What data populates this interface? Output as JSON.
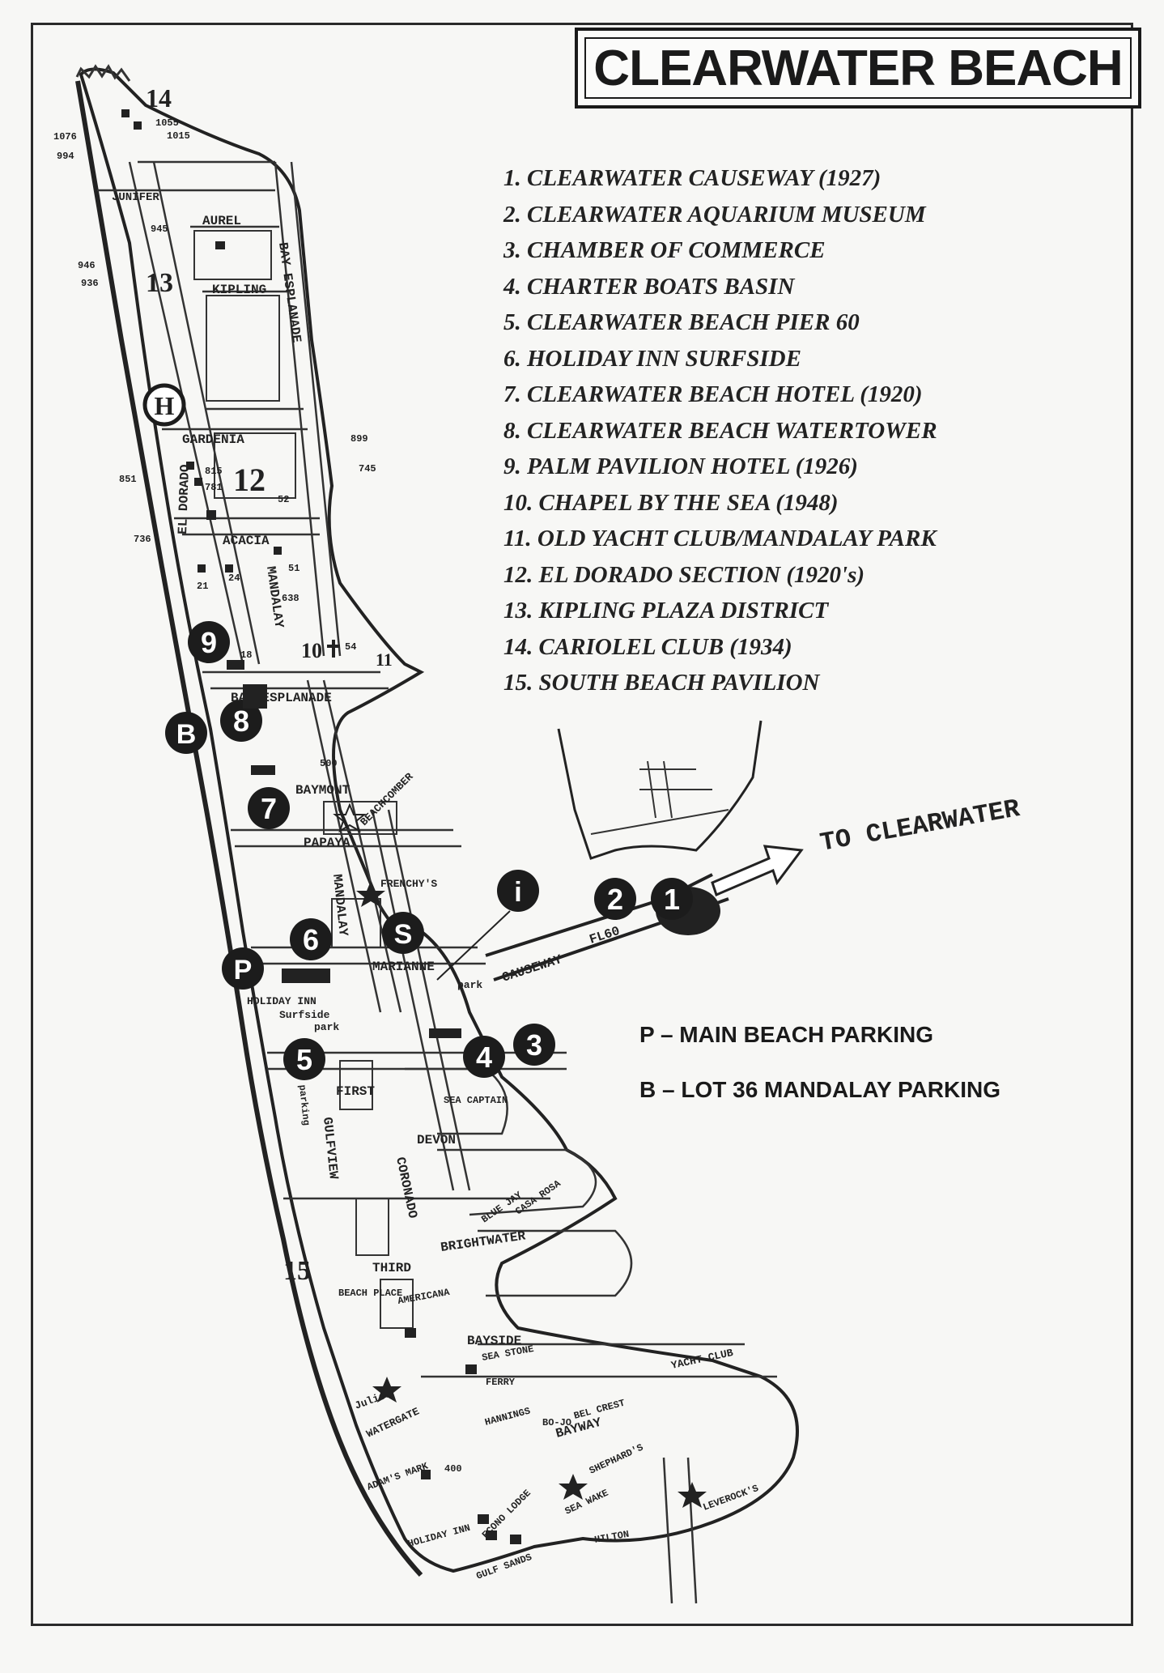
{
  "title": "CLEARWATER BEACH",
  "legend": [
    "1. CLEARWATER CAUSEWAY (1927)",
    "2. CLEARWATER AQUARIUM MUSEUM",
    "3. CHAMBER OF COMMERCE",
    "4.  CHARTER BOATS BASIN",
    "5.  CLEARWATER BEACH PIER 60",
    "6. HOLIDAY INN SURFSIDE",
    "7. CLEARWATER BEACH HOTEL (1920)",
    "8. CLEARWATER BEACH WATERTOWER",
    "9. PALM PAVILION HOTEL (1926)",
    "10. CHAPEL BY THE SEA (1948)",
    "11.  OLD YACHT CLUB/MANDALAY PARK",
    "12. EL DORADO SECTION (1920's)",
    "13. KIPLING PLAZA DISTRICT",
    "14. CARIOLEL CLUB (1934)",
    "15.  SOUTH BEACH PAVILION"
  ],
  "parking": {
    "p": "P – MAIN BEACH PARKING",
    "b": "B – LOT 36 MANDALAY PARKING"
  },
  "to_clearwater": "TO CLEARWATER",
  "markers": {
    "m1": "1",
    "m2": "2",
    "m3": "3",
    "m4": "4",
    "m5": "5",
    "m6": "6",
    "m7": "7",
    "m8": "8",
    "m9": "9",
    "mB": "B",
    "mP": "P",
    "mS": "S",
    "mH": "H",
    "mI": "i"
  },
  "plain_numbers": {
    "n10": "10",
    "n11": "11",
    "n12": "12",
    "n13": "13",
    "n14": "14",
    "n15": "15"
  },
  "streets": {
    "junifer": "JUNIFER",
    "aurel": "AUREL",
    "kipling": "KIPLING",
    "bay_esplanade_v": "BAY ESPLANADE",
    "gardenia": "GARDENIA",
    "el_dorado": "EL DORADO",
    "acacia": "ACACIA",
    "mandalay_n": "MANDALAY",
    "bay_esplanade_h": "BAY ESPLANADE",
    "baymont": "BAYMONT",
    "papaya": "PAPAYA",
    "mandalay_s": "MANDALAY",
    "marianne": "MARIANNE",
    "causeway": "CAUSEWAY",
    "fl60": "FL60",
    "first": "FIRST",
    "gulfview": "GULFVIEW",
    "coronado": "CORONADO",
    "devon": "DEVON",
    "brightwater": "BRIGHTWATER",
    "third": "THIRD",
    "bayside": "BAYSIDE",
    "bayway": "BAYWAY",
    "yacht_club": "YACHT CLUB",
    "watergate": "WATERGATE"
  },
  "places": {
    "beachcomber": "BEACHCOMBER",
    "frenchys": "FRENCHY'S",
    "holiday_inn_surfside": "HOLIDAY INN",
    "surfside": "Surfside",
    "park1": "park",
    "park2": "park",
    "sea_captain": "SEA CAPTAIN",
    "blue_jay": "BLUE JAY",
    "casa_rosa": "CASA ROSA",
    "beach_place": "BEACH PLACE",
    "americana": "AMERICANA",
    "sea_stone": "SEA STONE",
    "ferry": "FERRY",
    "hannings": "HANNINGS",
    "bo_jo": "BO-JO",
    "bel_crest": "BEL CREST",
    "shephards": "SHEPHARD'S",
    "sea_wake": "SEA WAKE",
    "leverocks": "LEVEROCK'S",
    "julies": "Julies",
    "adams_mark": "ADAM'S MARK",
    "holiday_inn": "HOLIDAY INN",
    "econo_lodge": "ECONO LODGE",
    "hilton": "HILTON",
    "gulf_sands": "GULF SANDS",
    "parking_v": "parking"
  },
  "addresses": {
    "a1076": "1076",
    "a994": "994",
    "a1055": "1055",
    "a1015": "1015",
    "a945": "945",
    "a946": "946",
    "a936": "936",
    "a899": "899",
    "a745": "745",
    "a851": "851",
    "a815": "815",
    "a781": "781",
    "a52": "52",
    "a736": "736",
    "a51": "51",
    "a21": "21",
    "a24": "24",
    "a638": "638",
    "a18": "18",
    "a54": "54",
    "a500": "500",
    "a400": "400"
  }
}
